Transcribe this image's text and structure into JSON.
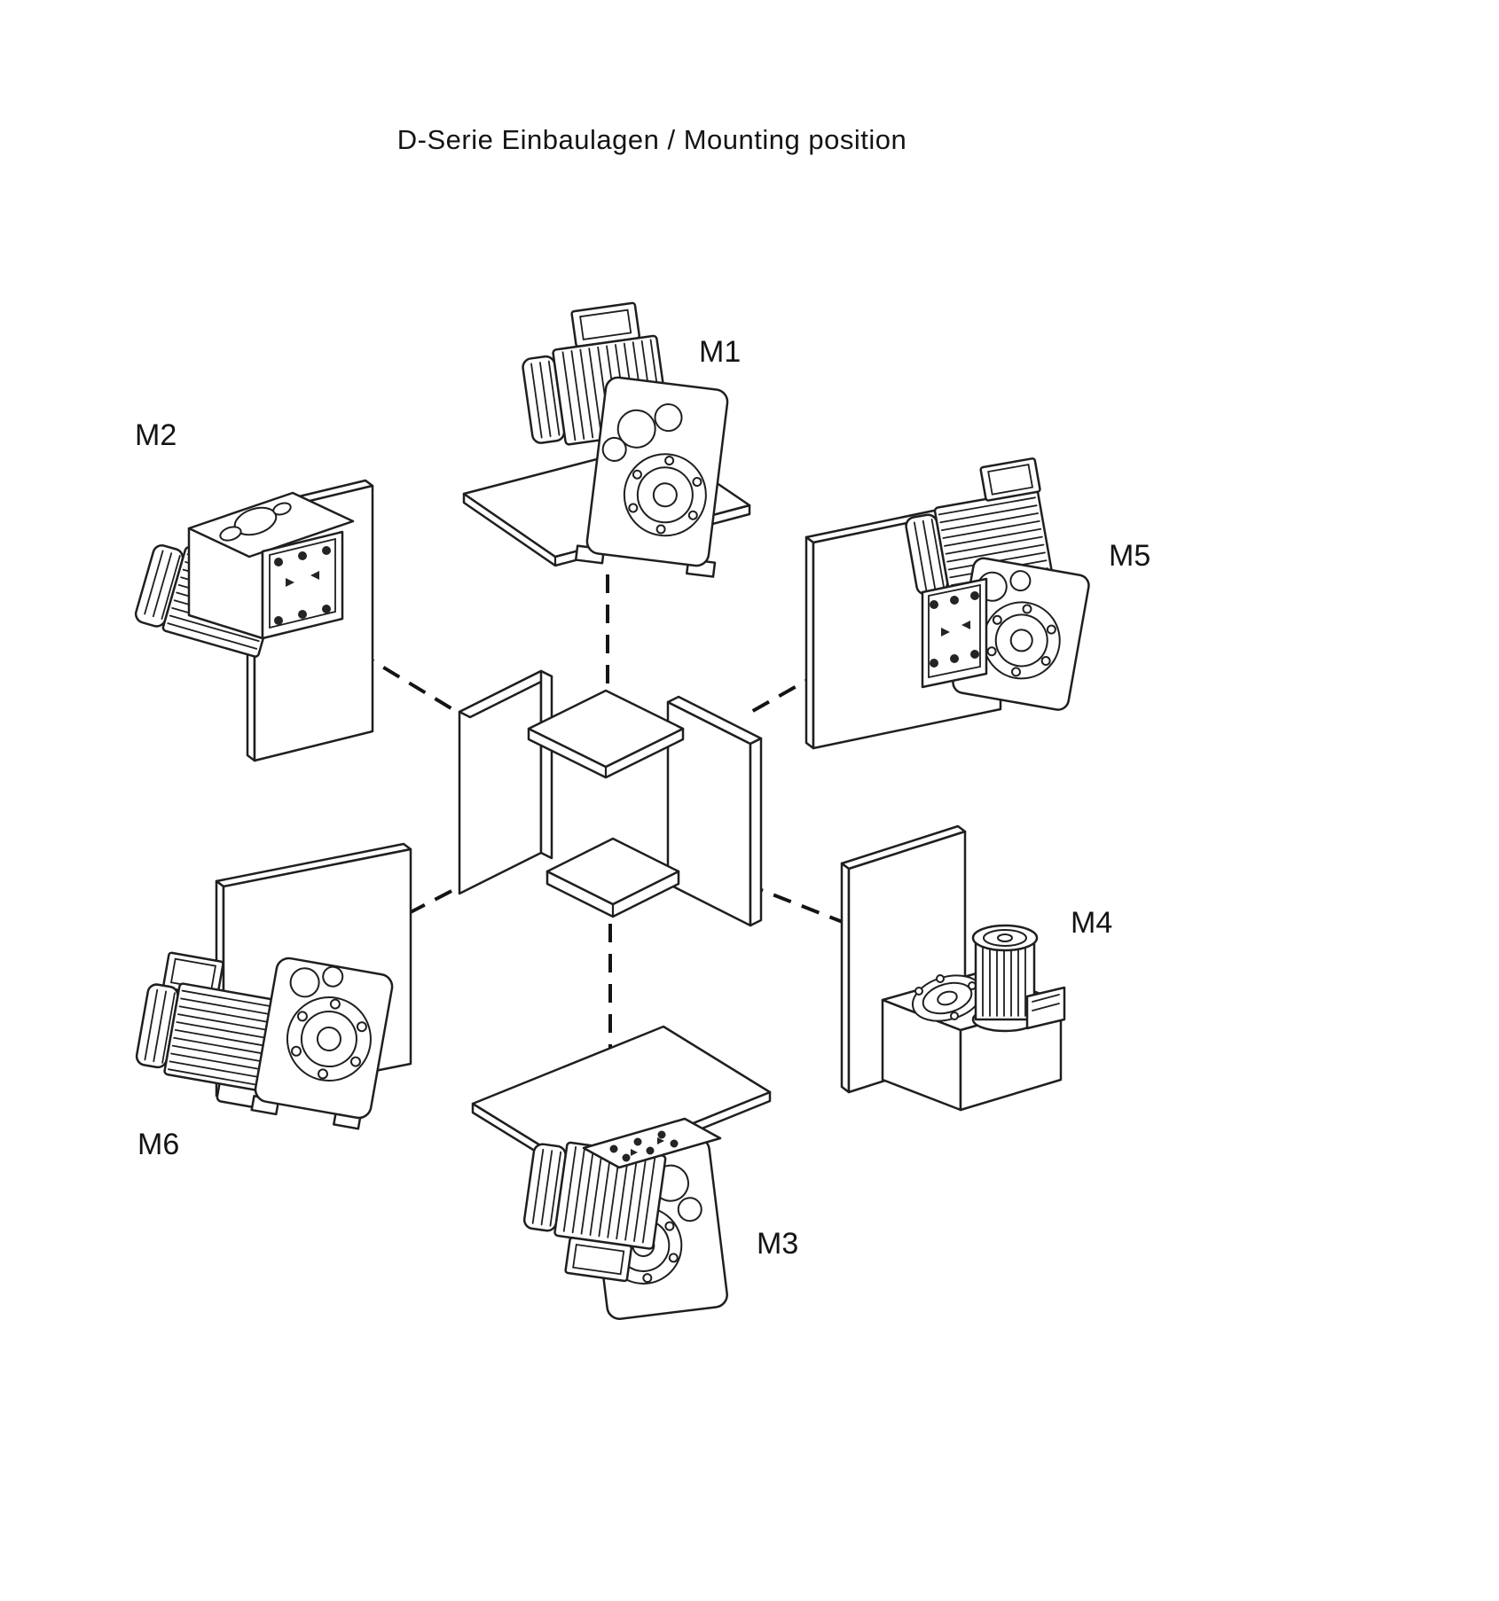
{
  "title": "D-Serie Einbaulagen / Mounting position",
  "positions": [
    {
      "id": "m1",
      "label": "M1",
      "placement": "top"
    },
    {
      "id": "m2",
      "label": "M2",
      "placement": "upper-left"
    },
    {
      "id": "m3",
      "label": "M3",
      "placement": "bottom"
    },
    {
      "id": "m4",
      "label": "M4",
      "placement": "lower-right"
    },
    {
      "id": "m5",
      "label": "M5",
      "placement": "upper-right"
    },
    {
      "id": "m6",
      "label": "M6",
      "placement": "lower-left"
    }
  ],
  "colors": {
    "line": "#1f1f1f",
    "background": "#ffffff"
  }
}
